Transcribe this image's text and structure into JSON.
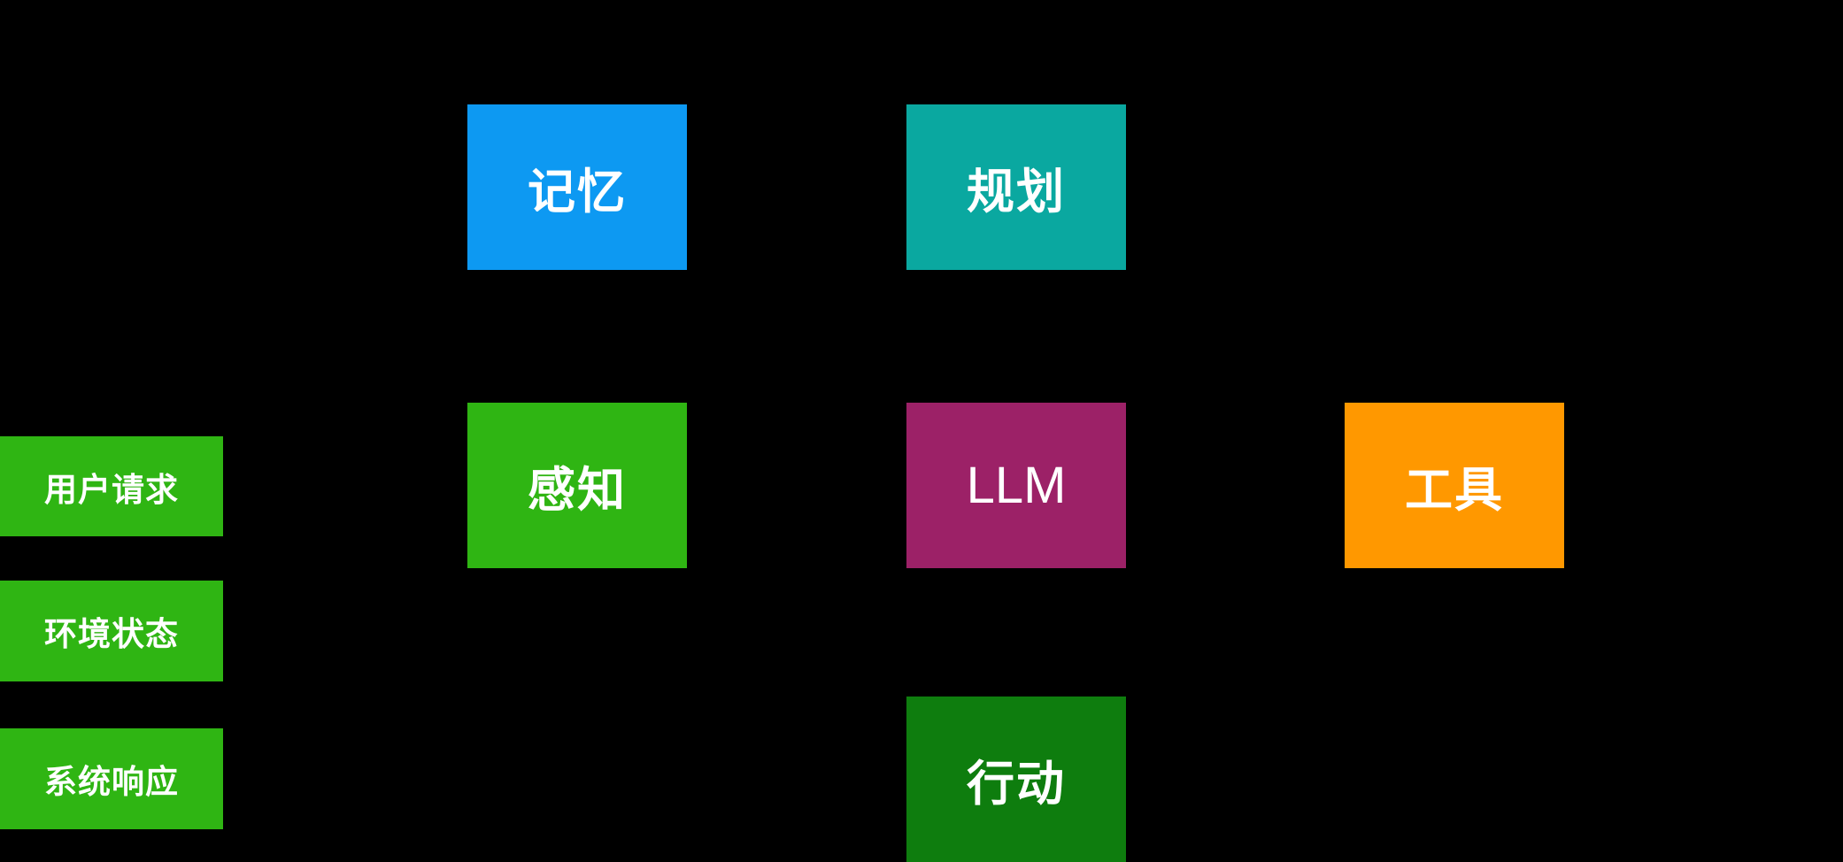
{
  "diagram": {
    "background_color": "#000000",
    "text_color": "#ffffff",
    "nodes": {
      "memory": {
        "label": "记忆",
        "color": "#0D99F2"
      },
      "planning": {
        "label": "规划",
        "color": "#0AA8A0"
      },
      "perception": {
        "label": "感知",
        "color": "#2FB513"
      },
      "llm": {
        "label": "LLM",
        "color": "#9C2167"
      },
      "tools": {
        "label": "工具",
        "color": "#FF9800"
      },
      "action": {
        "label": "行动",
        "color": "#0E7D0E"
      },
      "user_request": {
        "label": "用户请求",
        "color": "#2FB513"
      },
      "env_state": {
        "label": "环境状态",
        "color": "#2FB513"
      },
      "system_response": {
        "label": "系统响应",
        "color": "#2FB513"
      }
    }
  }
}
